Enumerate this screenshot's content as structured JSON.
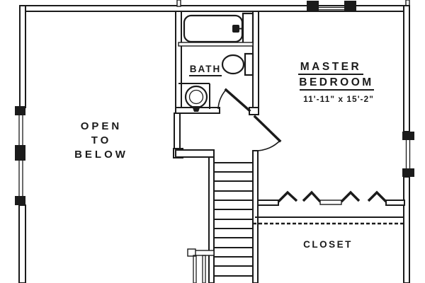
{
  "colors": {
    "ink": "#1b1b1b",
    "paper": "#ffffff"
  },
  "plan": {
    "open_to_below": {
      "line1": "OPEN",
      "line2": "TO",
      "line3": "BELOW"
    },
    "bath": {
      "label": "BATH"
    },
    "master_bedroom": {
      "label_line1": "MASTER",
      "label_line2": "BEDROOM",
      "dimensions": "11'-11\" x 15'-2\""
    },
    "closet": {
      "label": "CLOSET"
    }
  }
}
